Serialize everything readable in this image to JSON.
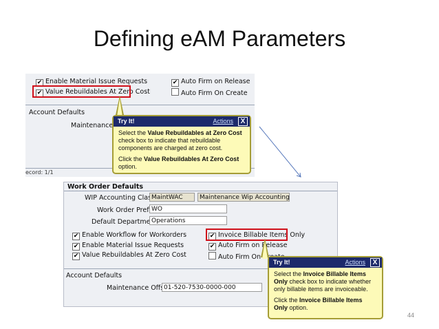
{
  "slide": {
    "title": "Defining eAM Parameters",
    "page_number": "44"
  },
  "screen1": {
    "enable_material_issue": "Enable Material Issue Requests",
    "value_rebuildables": "Value Rebuildables At Zero Cost",
    "auto_firm_release": "Auto Firm on Release",
    "auto_firm_create": "Auto Firm On Create",
    "account_defaults": "Account Defaults",
    "maintenance_offset": "Maintenance O",
    "record_status": "ecord: 1/1",
    "tip": {
      "header": "Try It!",
      "actions": "Actions",
      "close": "X",
      "line1a": "Select the ",
      "line1b": "Value Rebuildables at Zero Cost",
      "line2": "check box to indicate that rebuildable components are charged at zero cost.",
      "line3a": "Click the ",
      "line3b": "Value Rebuildables At Zero Cost",
      "line3c": " option."
    }
  },
  "screen2": {
    "section_title": "Work Order Defaults",
    "wip_label": "WIP Accounting Class",
    "wip_code": "MaintWAC",
    "wip_desc": "Maintenance Wip Accounting Clas",
    "prefix_label": "Work Order Prefix",
    "prefix_value": "WO",
    "dept_label": "Default Department",
    "dept_value": "Operations",
    "enable_workflow": "Enable Workflow for Workorders",
    "enable_material_issue": "Enable Material Issue Requests",
    "value_rebuildables": "Value Rebuildables At Zero Cost",
    "invoice_billable": "Invoice Billable Items Only",
    "auto_firm_release": "Auto Firm on Release",
    "auto_firm_create": "Auto Firm On Create",
    "account_defaults": "Account Defaults",
    "maintenance_offset_label": "Maintenance Offset",
    "maintenance_offset_value": "01-520-7530-0000-000",
    "tip": {
      "header": "Try It!",
      "actions": "Actions",
      "close": "X",
      "line1a": "Select the ",
      "line1b": "Invoice Billable Items Only",
      "line2": " check box to indicate whether only billable items are invoiceable.",
      "line3a": "Click the ",
      "line3b": "Invoice Billable Items Only",
      "line3c": " option."
    }
  },
  "checkmark": "✔",
  "colors": {
    "highlight": "#d0101a",
    "tip_bg": "#fdfab8",
    "tip_header": "#1d2a6b",
    "arrow": "#5577bb"
  }
}
